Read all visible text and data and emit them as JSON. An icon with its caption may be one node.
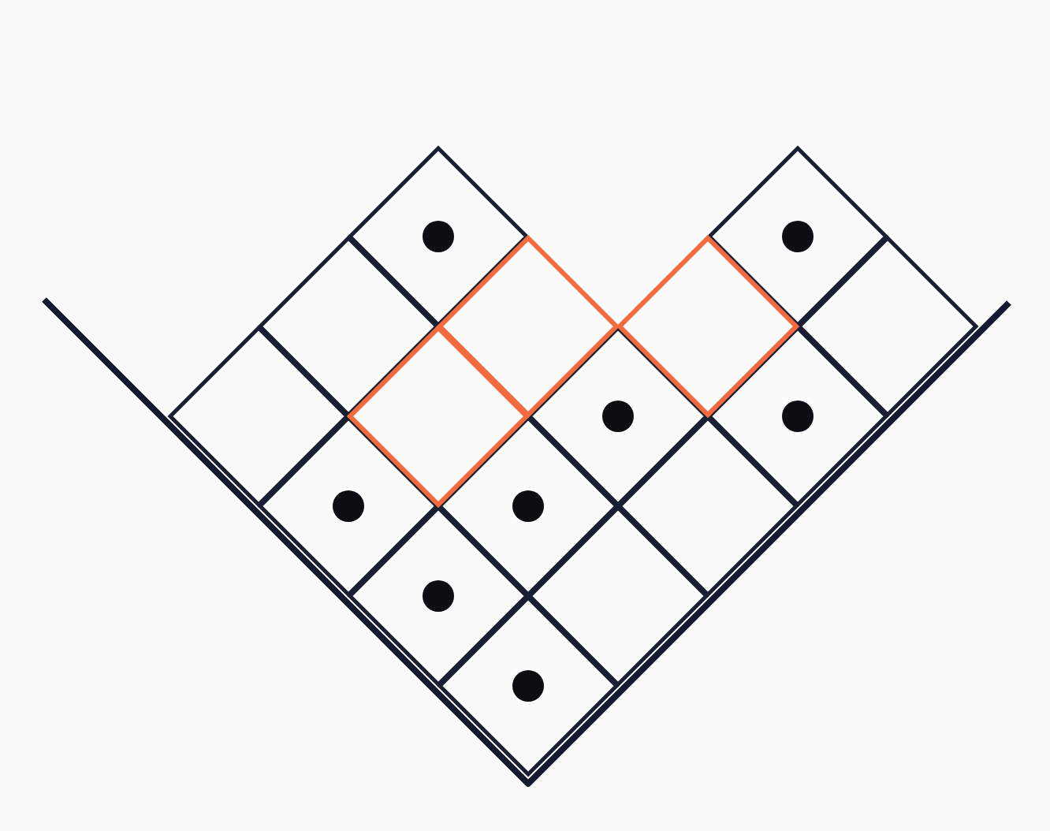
{
  "diagram": {
    "nodes": [
      {
        "text": [],
        "shape": "diamond"
      },
      {
        "text": [],
        "shape": "diamond"
      },
      {
        "text": [],
        "shape": "diamond"
      },
      {
        "text": [],
        "shape": "diamond"
      },
      {
        "text": [],
        "shape": "diamond"
      },
      {
        "text": [],
        "shape": "diamond"
      },
      {
        "text": [],
        "shape": "diamond"
      },
      {
        "text": [],
        "shape": "diamond"
      },
      {
        "text": [],
        "shape": "diamond"
      },
      {
        "text": [],
        "shape": "diamond"
      },
      {
        "text": [],
        "shape": "diamond"
      },
      {
        "text": [],
        "shape": "diamond"
      },
      {
        "text": [],
        "shape": "diamond"
      },
      {
        "text": [],
        "shape": "diamond"
      },
      {
        "text": [],
        "shape": "diamond"
      },
      {
        "text": [],
        "shape": "diamond"
      },
      {
        "text": [],
        "shape": "circle",
        "in": 0
      },
      {
        "text": [],
        "shape": "circle",
        "in": 1
      },
      {
        "text": [],
        "shape": "circle",
        "in": 8
      },
      {
        "text": [],
        "shape": "circle",
        "in": 9
      },
      {
        "text": [],
        "shape": "circle",
        "in": 10
      },
      {
        "text": [],
        "shape": "circle",
        "in": 11
      },
      {
        "text": [],
        "shape": "circle",
        "in": 13
      },
      {
        "text": [],
        "shape": "circle",
        "in": 15
      }
    ]
  }
}
